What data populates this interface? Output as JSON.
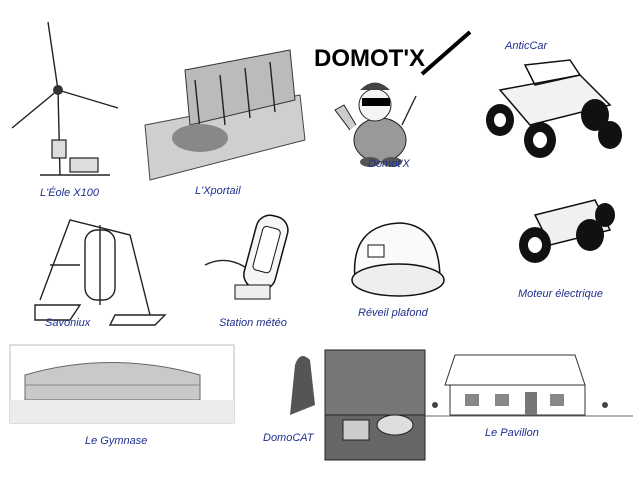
{
  "logo_text": "DOMOT'X",
  "items": [
    {
      "label": "L'Éole X100",
      "icon": "wind-turbine-icon"
    },
    {
      "label": "L'Xportail",
      "icon": "gate-icon"
    },
    {
      "label": "Domot'X",
      "icon": "mascot-icon"
    },
    {
      "label": "AnticCar",
      "icon": "car-icon"
    },
    {
      "label": "Savoniux",
      "icon": "savonius-turbine-icon"
    },
    {
      "label": "Station météo",
      "icon": "weather-station-icon"
    },
    {
      "label": "Réveil plafond",
      "icon": "ceiling-clock-icon"
    },
    {
      "label": "Moteur électrique",
      "icon": "motor-car-icon"
    },
    {
      "label": "Le Gymnase",
      "icon": "gymnasium-icon"
    },
    {
      "label": "DomoCAT",
      "icon": "case-icon"
    },
    {
      "label": "Le Pavillon",
      "icon": "house-icon"
    }
  ]
}
